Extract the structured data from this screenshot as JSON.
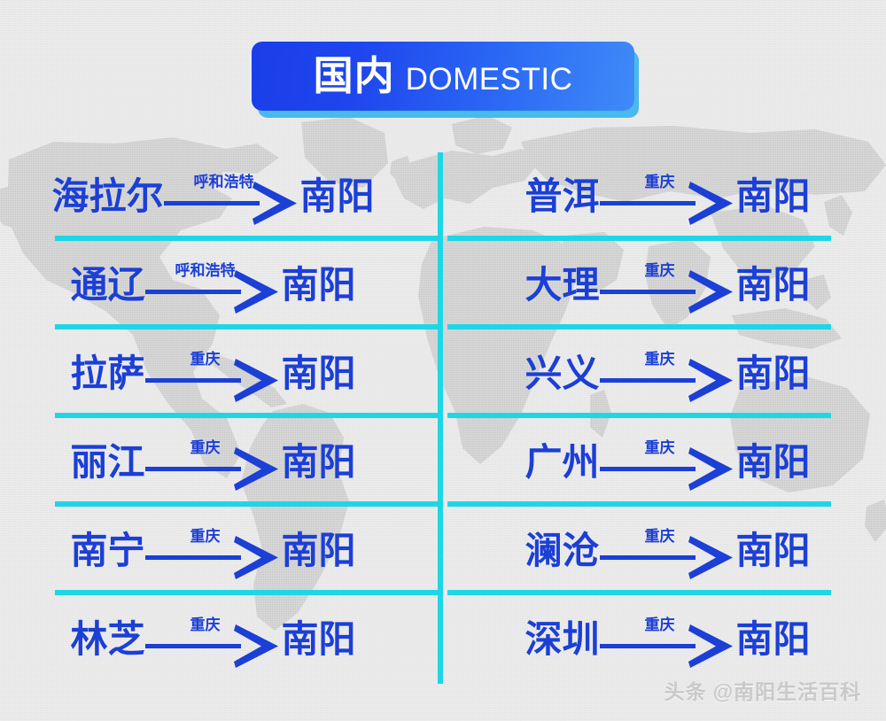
{
  "banner": {
    "title_cn": "国内",
    "title_en": "DOMESTIC",
    "gradient_from": "#1a3ee8",
    "gradient_to": "#3f8bf8",
    "shadow_color": "#3cb4eb"
  },
  "theme": {
    "background": "#e9e9e9",
    "map_fill": "#cfcfcf",
    "text_blue": "#1c3fd6",
    "divider_cyan": "#1fd6e6"
  },
  "arrow_icon_name": "right-arrow-icon",
  "routes": {
    "destination_label": "南阳",
    "left_column": [
      {
        "origin": "海拉尔",
        "via": "呼和浩特",
        "destination": "南阳"
      },
      {
        "origin": "通辽",
        "via": "呼和浩特",
        "destination": "南阳"
      },
      {
        "origin": "拉萨",
        "via": "重庆",
        "destination": "南阳"
      },
      {
        "origin": "丽江",
        "via": "重庆",
        "destination": "南阳"
      },
      {
        "origin": "南宁",
        "via": "重庆",
        "destination": "南阳"
      },
      {
        "origin": "林芝",
        "via": "重庆",
        "destination": "南阳"
      }
    ],
    "right_column": [
      {
        "origin": "普洱",
        "via": "重庆",
        "destination": "南阳"
      },
      {
        "origin": "大理",
        "via": "重庆",
        "destination": "南阳"
      },
      {
        "origin": "兴义",
        "via": "重庆",
        "destination": "南阳"
      },
      {
        "origin": "广州",
        "via": "重庆",
        "destination": "南阳"
      },
      {
        "origin": "澜沧",
        "via": "重庆",
        "destination": "南阳"
      },
      {
        "origin": "深圳",
        "via": "重庆",
        "destination": "南阳"
      }
    ]
  },
  "watermark": {
    "platform": "头条",
    "handle": "@南阳生活百科"
  }
}
